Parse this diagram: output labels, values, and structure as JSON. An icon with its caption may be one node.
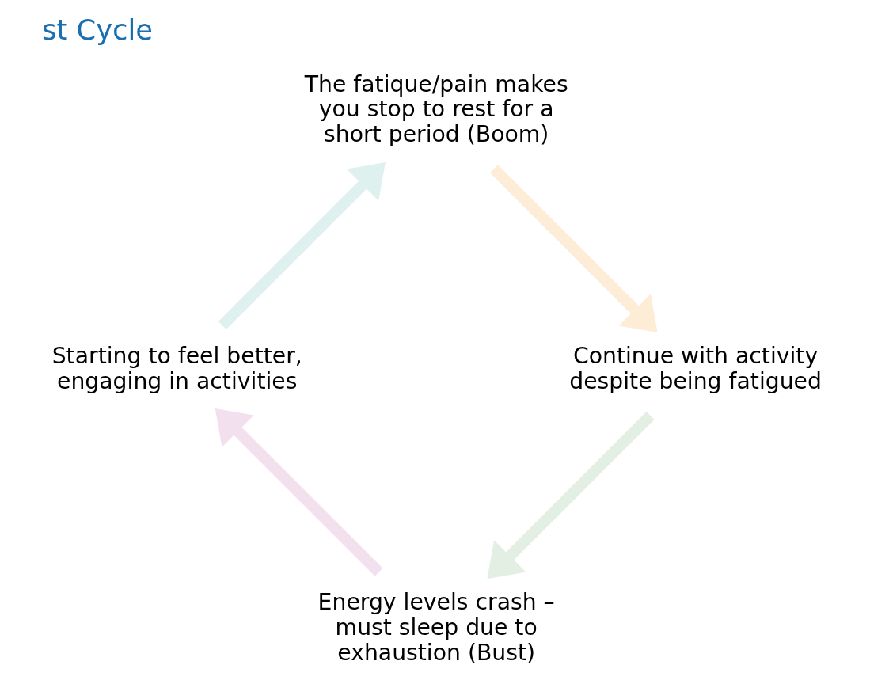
{
  "diagram": {
    "title": "st Cycle",
    "nodes": [
      {
        "text": [
          "Energy levels crash – must sleep due to exhaustion (Bust)"
        ]
      },
      {
        "text": [
          "Starting to feel better, engaging in activities"
        ]
      },
      {
        "text": [
          "Continue with activity despite being fatigued"
        ]
      },
      {
        "text": [
          "The fatique/pain makes you stop to rest for a short period (Boom)"
        ]
      }
    ],
    "edges": [
      {
        "from": 0,
        "to": 1,
        "arrow": "to",
        "color": "#f3e0ee"
      },
      {
        "from": 1,
        "to": 3,
        "arrow": "to",
        "color": "#def1ef"
      },
      {
        "from": 3,
        "to": 2,
        "arrow": "to",
        "color": "#fdecd6"
      },
      {
        "from": 2,
        "to": 0,
        "arrow": "to",
        "color": "#e3efe3"
      }
    ]
  }
}
